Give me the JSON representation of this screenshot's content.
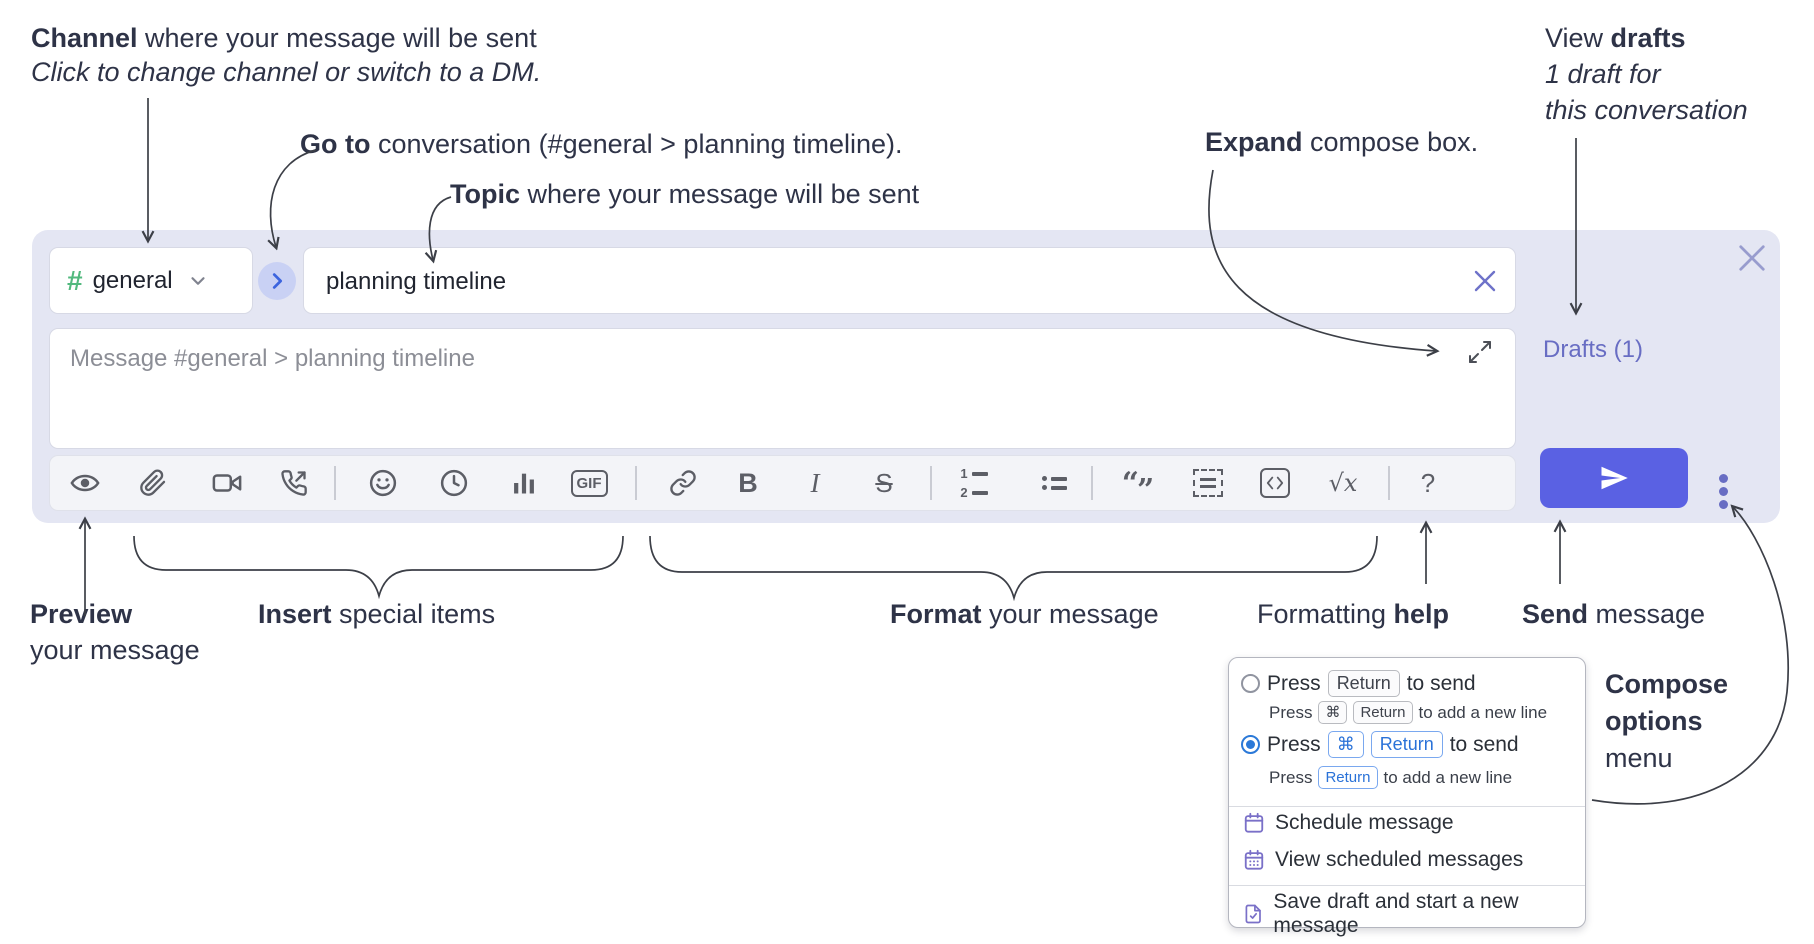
{
  "annotations": {
    "channel": {
      "bold": "Channel",
      "rest": " where your message will be sent",
      "sub": "Click to change channel or switch to a DM."
    },
    "goto": {
      "bold": "Go to",
      "rest": " conversation (#general > planning timeline)."
    },
    "topic": {
      "bold": "Topic",
      "rest": " where your message will be sent"
    },
    "expand": {
      "bold": "Expand",
      "rest": " compose box."
    },
    "view_drafts": {
      "pre": "View ",
      "bold": "drafts",
      "line2": "1 draft for",
      "line3": "this conversation"
    },
    "preview": {
      "bold": "Preview",
      "line2": "your message"
    },
    "insert": {
      "bold": "Insert",
      "rest": " special items"
    },
    "format": {
      "bold": "Format",
      "rest": " your message"
    },
    "formatting_help": {
      "pre": "Formatting ",
      "bold": "help"
    },
    "send": {
      "bold": "Send",
      "rest": " message"
    },
    "compose_options": {
      "line1": "Compose",
      "line2": "options",
      "line3": "menu"
    }
  },
  "compose": {
    "channel_hash": "#",
    "channel_name": "general",
    "topic_value": "planning timeline",
    "message_placeholder": "Message #general > planning timeline",
    "drafts_label": "Drafts (1)",
    "toolbar": {
      "gif": "GIF",
      "bold": "B",
      "italic": "I",
      "strike": "S",
      "ol_1": "1",
      "ol_2": "2",
      "quote_open": "“",
      "quote_close": "”",
      "math": "√x",
      "help": "?"
    }
  },
  "popup": {
    "opt1": {
      "press": "Press",
      "key1": "Return",
      "tail": "to send"
    },
    "opt1_sub": {
      "press": "Press",
      "key1": "⌘",
      "key2": "Return",
      "tail": "to add a new line"
    },
    "opt2": {
      "press": "Press",
      "key1": "⌘",
      "key2": "Return",
      "tail": "to send"
    },
    "opt2_sub": {
      "press": "Press",
      "key1": "Return",
      "tail": "to add a new line"
    },
    "schedule": "Schedule message",
    "view_scheduled": "View scheduled messages",
    "save_draft": "Save draft and start a new message"
  },
  "colors": {
    "compose_bg": "#e4e6f3",
    "send_button": "#5a61e3",
    "drafts_link": "#686dc3",
    "selected_radio": "#2b79d8",
    "popup_icon": "#7a70c8",
    "channel_hash_green": "#52b97e"
  }
}
